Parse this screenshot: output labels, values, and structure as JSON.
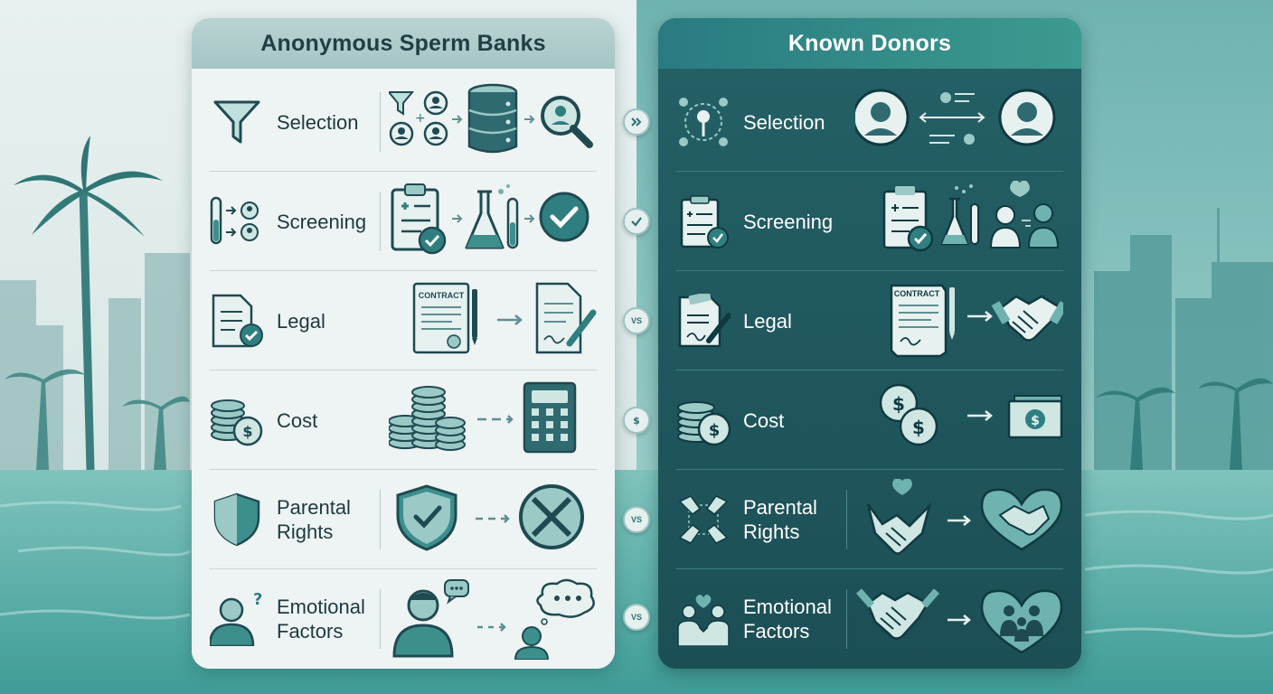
{
  "diagram": {
    "left_panel": {
      "title": "Anonymous Sperm Banks",
      "rows": [
        {
          "label": "Selection",
          "icon": "filter-icon",
          "flow": [
            "profiles-icon",
            "database-icon",
            "magnifier-icon"
          ]
        },
        {
          "label": "Screening",
          "icon": "test-tube-icon",
          "flow": [
            "clipboard-icon",
            "flask-icon",
            "check-circle-icon"
          ]
        },
        {
          "label": "Legal",
          "icon": "document-check-icon",
          "flow": [
            "contract-icon",
            "signed-document-icon"
          ],
          "contract_text": "CONTRACT"
        },
        {
          "label": "Cost",
          "icon": "coins-icon",
          "flow": [
            "coin-stack-icon",
            "calculator-icon"
          ]
        },
        {
          "label": "Parental Rights",
          "icon": "shield-icon",
          "flow": [
            "shield-check-icon",
            "cross-circle-icon"
          ]
        },
        {
          "label": "Emotional Factors",
          "icon": "person-question-icon",
          "flow": [
            "person-chat-icon",
            "thought-bubble-icon"
          ]
        }
      ]
    },
    "right_panel": {
      "title": "Known Donors",
      "rows": [
        {
          "label": "Selection",
          "icon": "network-icon",
          "flow": [
            "woman-avatar-icon",
            "exchange-icon",
            "man-avatar-icon"
          ]
        },
        {
          "label": "Screening",
          "icon": "clipboard-icon",
          "flow": [
            "clipboard-icon",
            "flask-icon",
            "couple-icon"
          ]
        },
        {
          "label": "Legal",
          "icon": "document-pen-icon",
          "flow": [
            "contract-icon",
            "handshake-icon"
          ],
          "contract_text": "CONTRACT"
        },
        {
          "label": "Cost",
          "icon": "coins-icon",
          "flow": [
            "coins-icon",
            "banknote-icon"
          ]
        },
        {
          "label": "Parental Rights",
          "icon": "hands-circle-icon",
          "flow": [
            "heart-handshake-icon",
            "heart-hands-icon"
          ]
        },
        {
          "label": "Emotional Factors",
          "icon": "people-heart-icon",
          "flow": [
            "handshake-icon",
            "family-heart-icon"
          ]
        }
      ]
    },
    "connectors": [
      {
        "label": "",
        "icon": "double-chevron-icon"
      },
      {
        "label": "",
        "icon": "check-icon"
      },
      {
        "label": "VS",
        "icon": ""
      },
      {
        "label": "",
        "icon": "dollar-icon"
      },
      {
        "label": "VS",
        "icon": ""
      },
      {
        "label": "VS",
        "icon": ""
      }
    ]
  },
  "colors": {
    "accent_teal": "#2f7f80",
    "dark_panel": "#1f5a60",
    "light_panel": "#eef3f3",
    "icon_dark": "#1f4a52",
    "icon_light_fill": "#cfe6e3"
  }
}
